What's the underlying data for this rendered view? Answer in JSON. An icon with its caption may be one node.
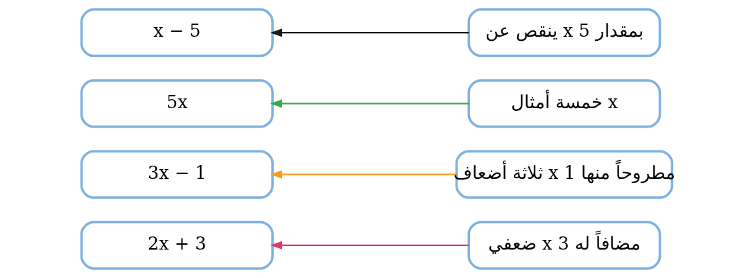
{
  "diagram": {
    "nodes": [
      {
        "text": [
          "x − 5"
        ]
      },
      {
        "text": [
          "5x"
        ]
      },
      {
        "text": [
          "2x + 3"
        ]
      },
      {
        "text": [
          "3x − 1"
        ]
      },
      {
        "text": [
          "ضعفي x مضافاً له 3"
        ]
      },
      {
        "text": [
          "ثلاثة أضعاف x مطروحاً منها 1"
        ]
      },
      {
        "text": [
          "خمسة أمثال x"
        ]
      },
      {
        "text": [
          "ينقص عن x بمقدار 5"
        ]
      }
    ],
    "edges": [
      {
        "from": 4,
        "to": 2,
        "arrow": "to",
        "color": "#e8336e"
      },
      {
        "from": 5,
        "to": 3,
        "arrow": "to",
        "color": "#f39c1f"
      },
      {
        "from": 6,
        "to": 1,
        "arrow": "to",
        "color": "#3aaa48"
      },
      {
        "from": 7,
        "to": 0,
        "arrow": "to",
        "color": "#1a1a1a"
      }
    ]
  }
}
